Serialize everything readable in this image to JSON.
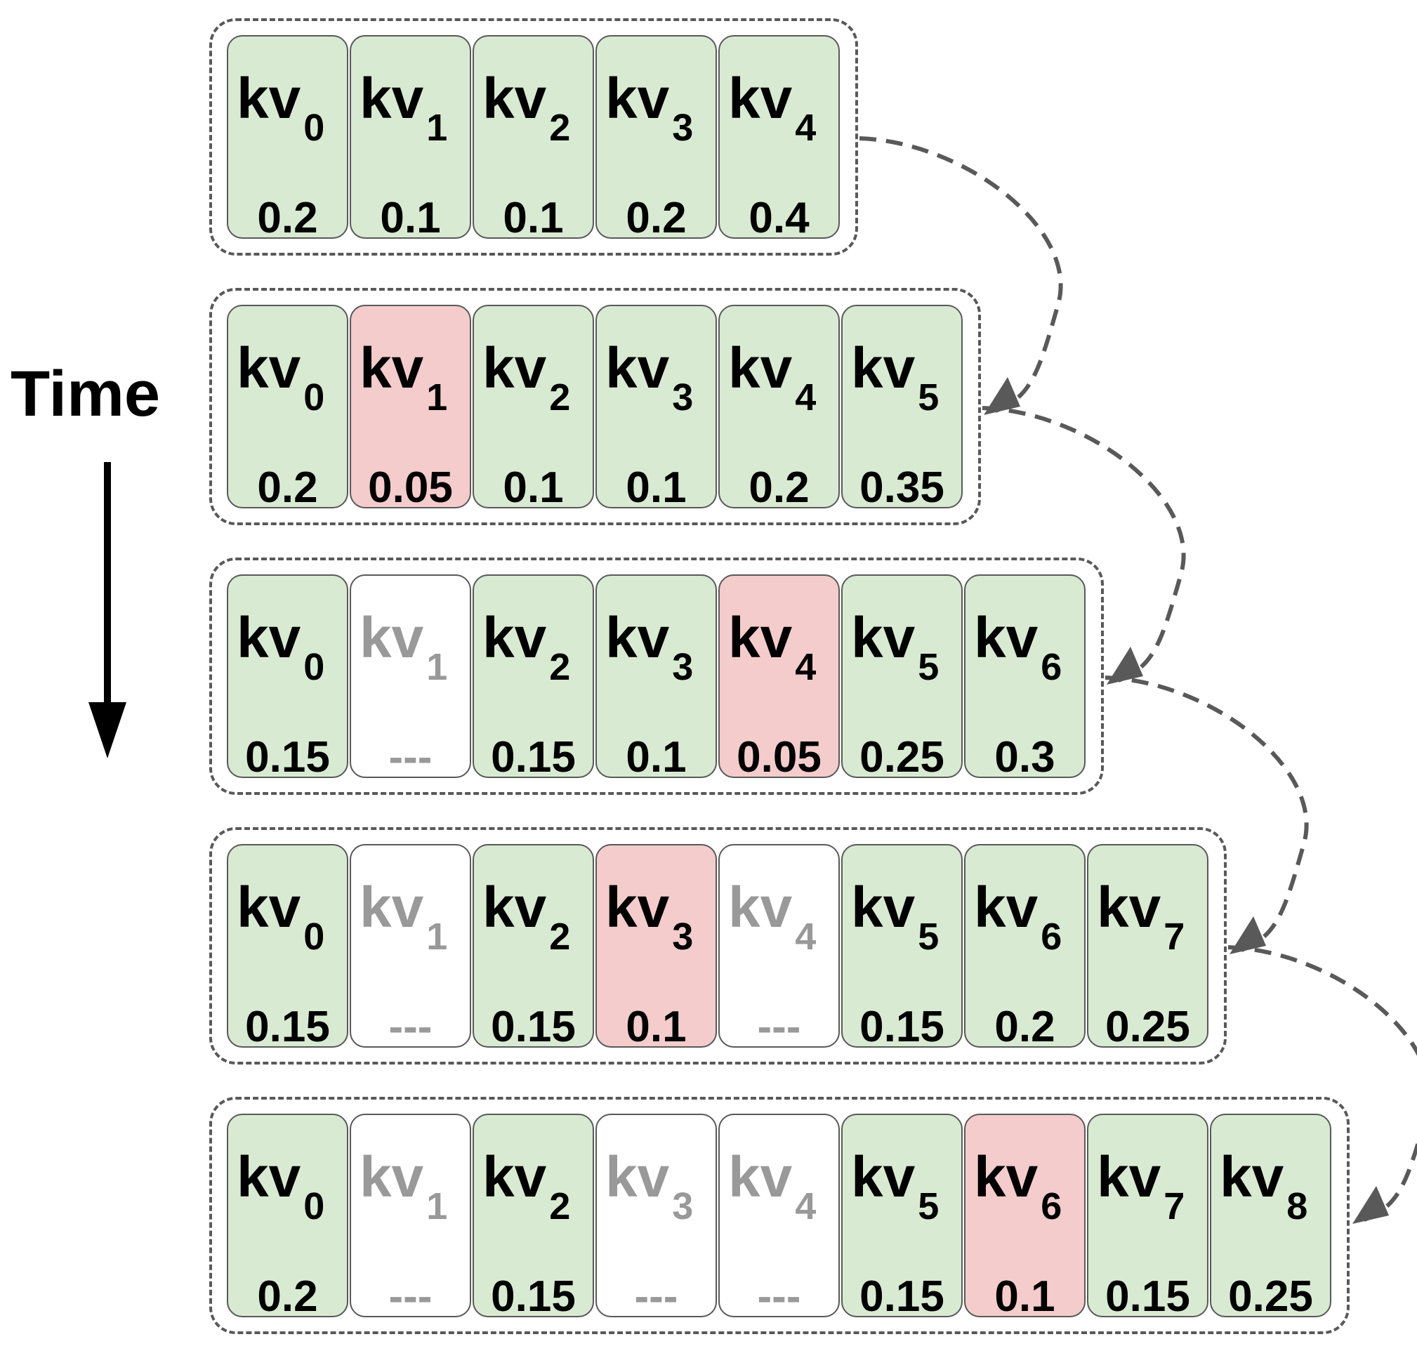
{
  "time_label": "Time",
  "colors": {
    "kept": "#d9ead3",
    "evicted_now": "#f4cccc",
    "removed": "#ffffff",
    "frame": "#595959",
    "removed_text": "#999999"
  },
  "rows": [
    {
      "cells": [
        {
          "label": "kv",
          "index": "0",
          "score": "0.2",
          "state": "kept"
        },
        {
          "label": "kv",
          "index": "1",
          "score": "0.1",
          "state": "kept"
        },
        {
          "label": "kv",
          "index": "2",
          "score": "0.1",
          "state": "kept"
        },
        {
          "label": "kv",
          "index": "3",
          "score": "0.2",
          "state": "kept"
        },
        {
          "label": "kv",
          "index": "4",
          "score": "0.4",
          "state": "kept"
        }
      ]
    },
    {
      "cells": [
        {
          "label": "kv",
          "index": "0",
          "score": "0.2",
          "state": "kept"
        },
        {
          "label": "kv",
          "index": "1",
          "score": "0.05",
          "state": "evict"
        },
        {
          "label": "kv",
          "index": "2",
          "score": "0.1",
          "state": "kept"
        },
        {
          "label": "kv",
          "index": "3",
          "score": "0.1",
          "state": "kept"
        },
        {
          "label": "kv",
          "index": "4",
          "score": "0.2",
          "state": "kept"
        },
        {
          "label": "kv",
          "index": "5",
          "score": "0.35",
          "state": "kept"
        }
      ]
    },
    {
      "cells": [
        {
          "label": "kv",
          "index": "0",
          "score": "0.15",
          "state": "kept"
        },
        {
          "label": "kv",
          "index": "1",
          "score": "---",
          "state": "gone"
        },
        {
          "label": "kv",
          "index": "2",
          "score": "0.15",
          "state": "kept"
        },
        {
          "label": "kv",
          "index": "3",
          "score": "0.1",
          "state": "kept"
        },
        {
          "label": "kv",
          "index": "4",
          "score": "0.05",
          "state": "evict"
        },
        {
          "label": "kv",
          "index": "5",
          "score": "0.25",
          "state": "kept"
        },
        {
          "label": "kv",
          "index": "6",
          "score": "0.3",
          "state": "kept"
        }
      ]
    },
    {
      "cells": [
        {
          "label": "kv",
          "index": "0",
          "score": "0.15",
          "state": "kept"
        },
        {
          "label": "kv",
          "index": "1",
          "score": "---",
          "state": "gone"
        },
        {
          "label": "kv",
          "index": "2",
          "score": "0.15",
          "state": "kept"
        },
        {
          "label": "kv",
          "index": "3",
          "score": "0.1",
          "state": "evict"
        },
        {
          "label": "kv",
          "index": "4",
          "score": "---",
          "state": "gone"
        },
        {
          "label": "kv",
          "index": "5",
          "score": "0.15",
          "state": "kept"
        },
        {
          "label": "kv",
          "index": "6",
          "score": "0.2",
          "state": "kept"
        },
        {
          "label": "kv",
          "index": "7",
          "score": "0.25",
          "state": "kept"
        }
      ]
    },
    {
      "cells": [
        {
          "label": "kv",
          "index": "0",
          "score": "0.2",
          "state": "kept"
        },
        {
          "label": "kv",
          "index": "1",
          "score": "---",
          "state": "gone"
        },
        {
          "label": "kv",
          "index": "2",
          "score": "0.15",
          "state": "kept"
        },
        {
          "label": "kv",
          "index": "3",
          "score": "---",
          "state": "gone"
        },
        {
          "label": "kv",
          "index": "4",
          "score": "---",
          "state": "gone"
        },
        {
          "label": "kv",
          "index": "5",
          "score": "0.15",
          "state": "kept"
        },
        {
          "label": "kv",
          "index": "6",
          "score": "0.1",
          "state": "evict"
        },
        {
          "label": "kv",
          "index": "7",
          "score": "0.15",
          "state": "kept"
        },
        {
          "label": "kv",
          "index": "8",
          "score": "0.25",
          "state": "kept"
        }
      ]
    }
  ]
}
